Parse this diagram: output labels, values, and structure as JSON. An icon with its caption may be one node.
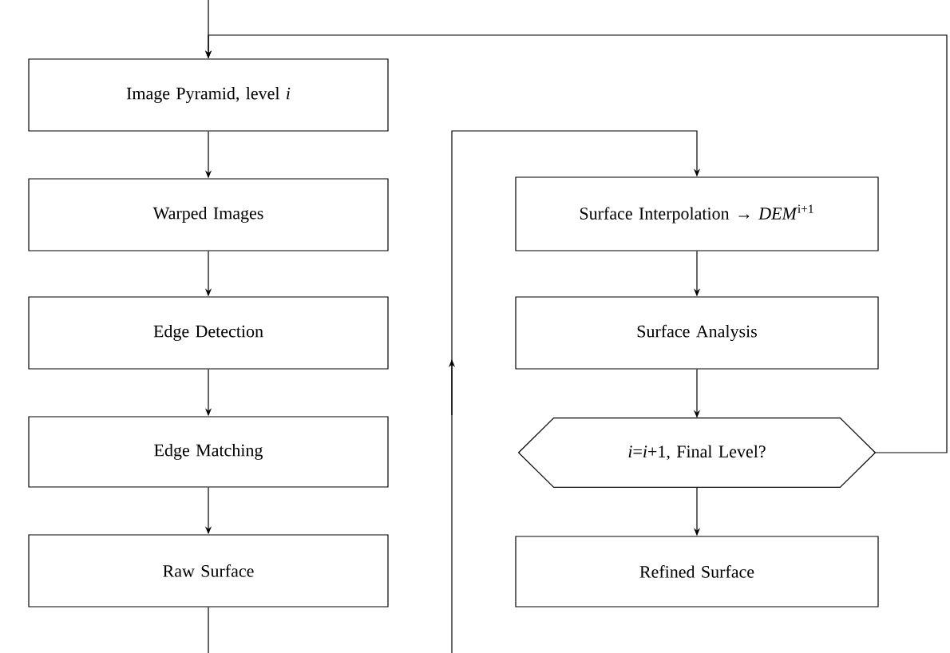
{
  "diagram": {
    "nodes": [
      {
        "text": [
          "Image Pyramid, level *i*"
        ]
      },
      {
        "text": [
          "Warped Images"
        ]
      },
      {
        "text": [
          "Edge Detection"
        ]
      },
      {
        "text": [
          "Edge Matching"
        ]
      },
      {
        "text": [
          "Raw Surface"
        ]
      },
      {
        "text": [
          "Surface Interpolation → *DEM*$^{i+1}$"
        ]
      },
      {
        "text": [
          "Surface Analysis"
        ]
      },
      {
        "text": [
          "*i*=*i*+1, Final Level?"
        ]
      },
      {
        "text": [
          "Refined Surface"
        ]
      }
    ],
    "edges": [
      {
        "from": null,
        "to": 0,
        "arrow": "to"
      },
      {
        "from": 0,
        "to": 1,
        "arrow": "to"
      },
      {
        "from": 1,
        "to": 2,
        "arrow": "to"
      },
      {
        "from": 2,
        "to": 3,
        "arrow": "to"
      },
      {
        "from": 3,
        "to": 4,
        "arrow": "to"
      },
      {
        "from": 4,
        "to": null,
        "arrow": "none"
      },
      {
        "from": null,
        "to": 5,
        "arrow": "to"
      },
      {
        "from": 5,
        "to": 6,
        "arrow": "to"
      },
      {
        "from": 6,
        "to": 7,
        "arrow": "to"
      },
      {
        "from": 7,
        "to": 8,
        "arrow": "to"
      },
      {
        "from": 7,
        "to": 0,
        "arrow": "to"
      }
    ]
  }
}
